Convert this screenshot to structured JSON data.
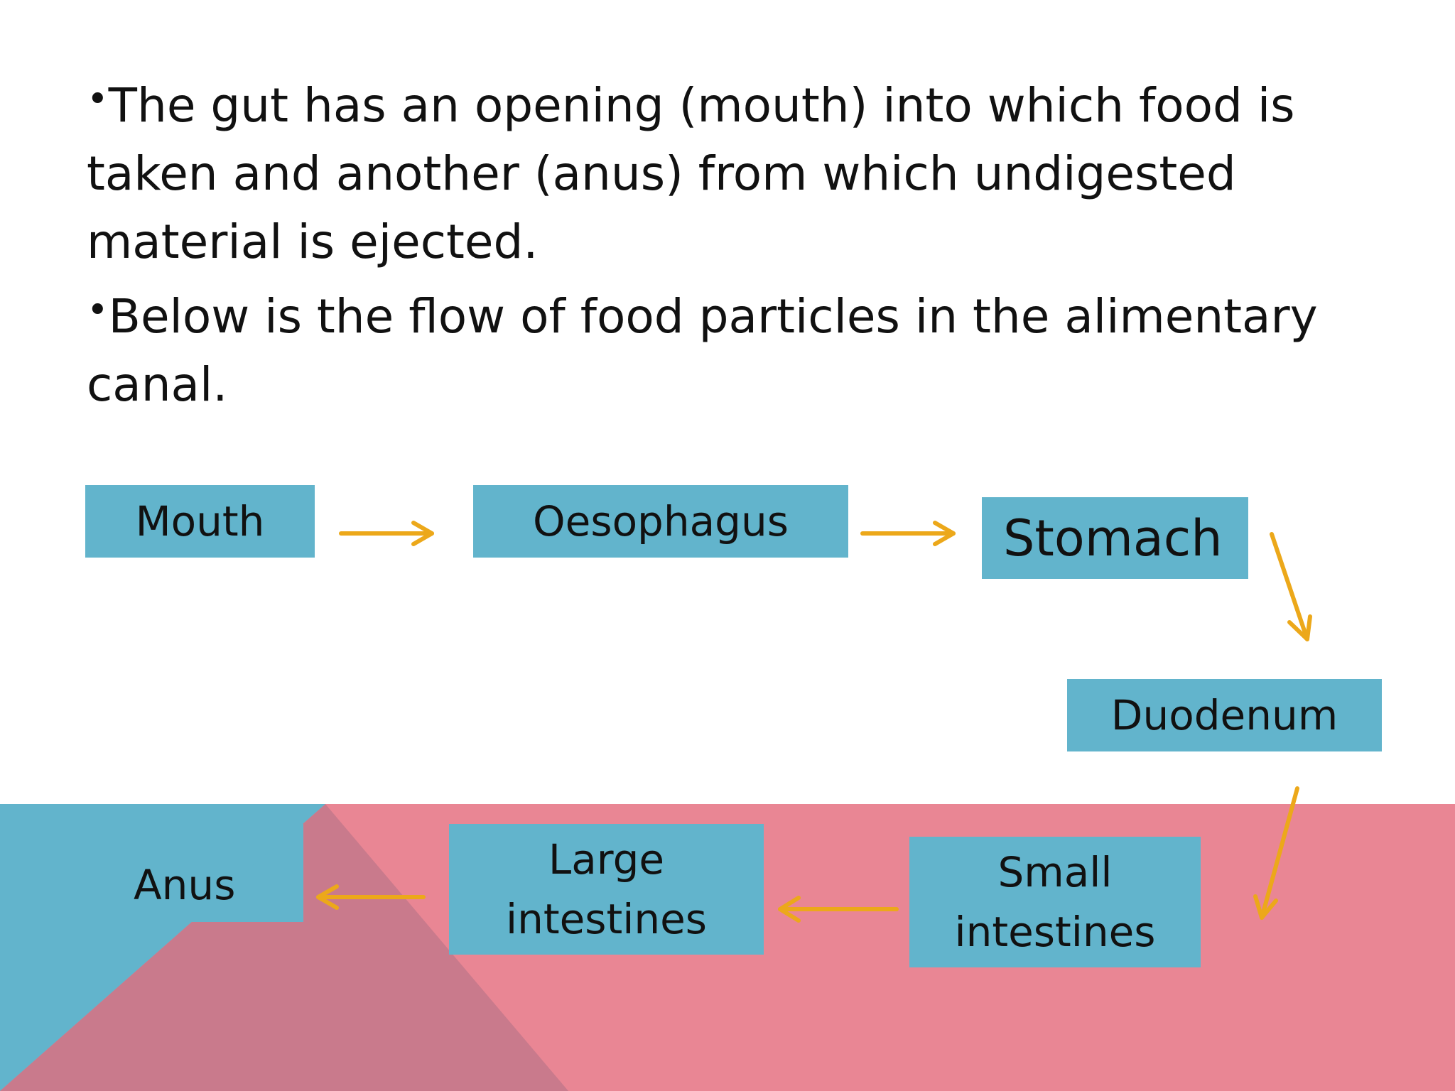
{
  "bullets": [
    "The gut has an opening (mouth) into which food is",
    "taken and another (anus) from which undigested",
    "material is ejected.",
    "Below is the flow of food particles in the alimentary",
    "canal."
  ],
  "bullet_symbol": "•",
  "flow": {
    "mouth": "Mouth",
    "oesophagus": "Oesophagus",
    "stomach": "Stomach",
    "duodenum": "Duodenum",
    "small_intestines_line1": "Small",
    "small_intestines_line2": "intestines",
    "large_intestines_line1": "Large",
    "large_intestines_line2": "intestines",
    "anus": "Anus"
  },
  "colors": {
    "box": "#62b4cc",
    "arrow": "#eca81a",
    "pink_band": "#e98694",
    "mauve_triangle": "#c97a8c",
    "teal_corner": "#62b4cc"
  }
}
